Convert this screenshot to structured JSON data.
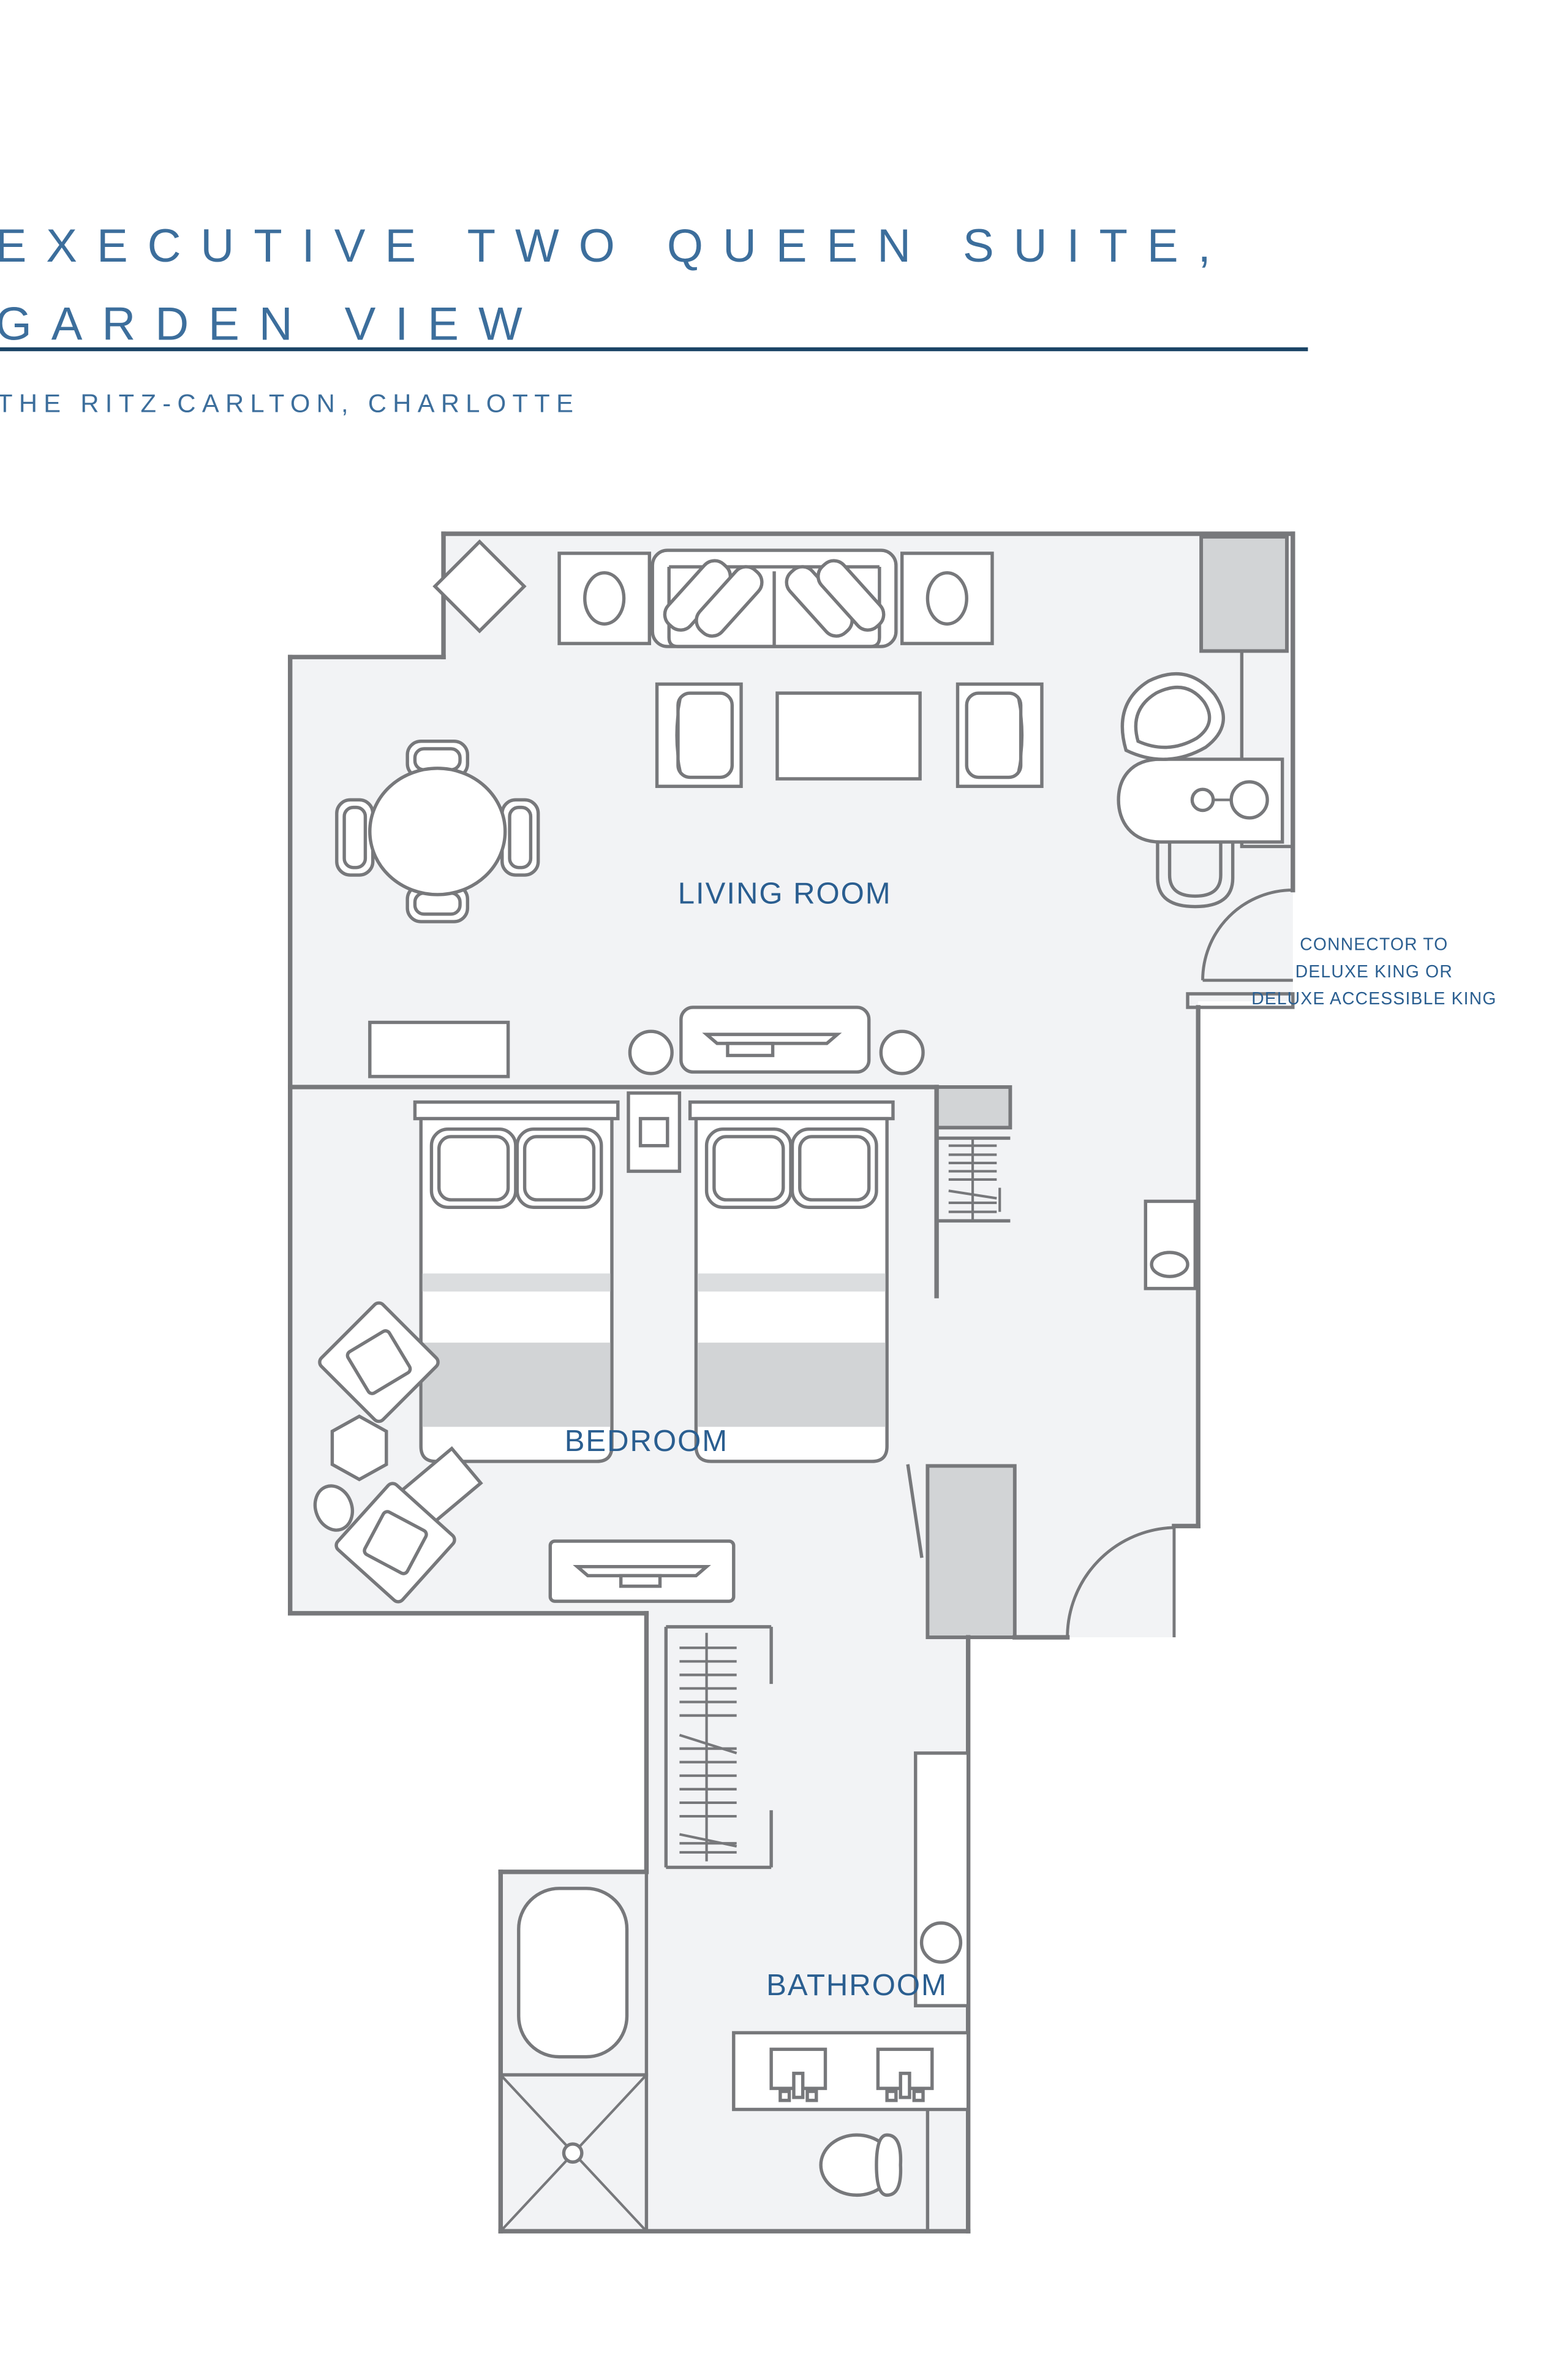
{
  "header": {
    "title_line1": "EXECUTIVE TWO QUEEN SUITE,",
    "title_line2": "GARDEN VIEW",
    "subtitle": "THE RITZ-CARLTON, CHARLOTTE"
  },
  "rooms": {
    "living": {
      "label": "LIVING ROOM"
    },
    "bedroom": {
      "label": "BEDROOM"
    },
    "bathroom": {
      "label": "BATHROOM"
    }
  },
  "connector_note": {
    "line1": "CONNECTOR TO",
    "line2": "DELUXE KING OR",
    "line3": "DELUXE ACCESSIBLE KING"
  },
  "colors": {
    "title_blue": "#3C6E9C",
    "rule_navy": "#1B4466",
    "label_blue": "#2A5E90",
    "wall_gray": "#77787B",
    "floor_gray": "#F2F3F5",
    "fixture_gray": "#D2D4D6"
  },
  "furniture": [
    {
      "id": "diamond-accent-table",
      "label": "accent table"
    },
    {
      "id": "end-table-lamp-left",
      "label": "end table with lamp"
    },
    {
      "id": "end-table-lamp-right",
      "label": "end table with lamp"
    },
    {
      "id": "sofa",
      "label": "sofa with throw pillows"
    },
    {
      "id": "armchair-left",
      "label": "armchair"
    },
    {
      "id": "armchair-right",
      "label": "armchair"
    },
    {
      "id": "coffee-table",
      "label": "coffee table"
    },
    {
      "id": "dining-table",
      "label": "round dining table with four chairs"
    },
    {
      "id": "credenza",
      "label": "credenza"
    },
    {
      "id": "tv-console-living",
      "label": "TV console"
    },
    {
      "id": "pouf-left",
      "label": "round pouf"
    },
    {
      "id": "pouf-right",
      "label": "round pouf"
    },
    {
      "id": "desk",
      "label": "writing desk"
    },
    {
      "id": "desk-chair",
      "label": "desk chair"
    },
    {
      "id": "desk-stool",
      "label": "stool"
    },
    {
      "id": "queen-bed-1",
      "label": "queen bed"
    },
    {
      "id": "queen-bed-2",
      "label": "queen bed"
    },
    {
      "id": "nightstand",
      "label": "nightstand with lamp"
    },
    {
      "id": "lounge-chair-1",
      "label": "lounge chair"
    },
    {
      "id": "lounge-chair-2",
      "label": "lounge chair"
    },
    {
      "id": "hexagon-table",
      "label": "hexagonal side table"
    },
    {
      "id": "round-side-table",
      "label": "round side table"
    },
    {
      "id": "ottoman",
      "label": "ottoman"
    },
    {
      "id": "tv-console-bedroom",
      "label": "TV console"
    },
    {
      "id": "bedroom-closet",
      "label": "closet with hangers"
    },
    {
      "id": "entry-closet-block",
      "label": "closet"
    },
    {
      "id": "entry-cabinet",
      "label": "entry cabinet"
    },
    {
      "id": "corridor-closet",
      "label": "wardrobe closet with hangers"
    },
    {
      "id": "corridor-cabinet",
      "label": "cabinet with sink"
    },
    {
      "id": "bathtub",
      "label": "bathtub"
    },
    {
      "id": "shower",
      "label": "shower"
    },
    {
      "id": "vanity-two-sinks",
      "label": "double-sink vanity"
    },
    {
      "id": "toilet",
      "label": "toilet"
    }
  ]
}
